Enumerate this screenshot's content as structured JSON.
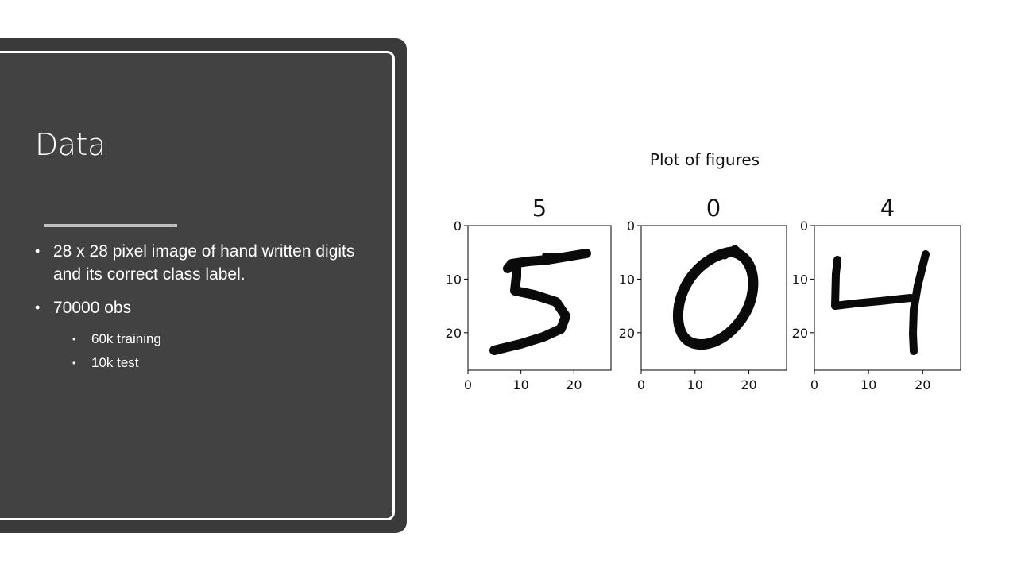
{
  "slide": {
    "title": "Data",
    "bullets": [
      {
        "text": "28 x 28 pixel image of hand written digits and its correct class label.",
        "level": 1
      },
      {
        "text": "70000 obs",
        "level": 1
      },
      {
        "text": "60k training",
        "level": 2
      },
      {
        "text": "10k test",
        "level": 2
      }
    ]
  },
  "chart_data": {
    "type": "heatmap",
    "title": "Plot of figures",
    "panels": [
      {
        "title": "5",
        "xlim": [
          0,
          27
        ],
        "ylim": [
          27,
          0
        ],
        "xticks": [
          0,
          10,
          20
        ],
        "yticks": [
          0,
          10,
          20
        ]
      },
      {
        "title": "0",
        "xlim": [
          0,
          27
        ],
        "ylim": [
          27,
          0
        ],
        "xticks": [
          0,
          10,
          20
        ],
        "yticks": [
          0,
          10,
          20
        ]
      },
      {
        "title": "4",
        "xlim": [
          0,
          27
        ],
        "ylim": [
          27,
          0
        ],
        "xticks": [
          0,
          10,
          20
        ],
        "yticks": [
          0,
          10,
          20
        ]
      }
    ],
    "colormap": "gray_r"
  }
}
